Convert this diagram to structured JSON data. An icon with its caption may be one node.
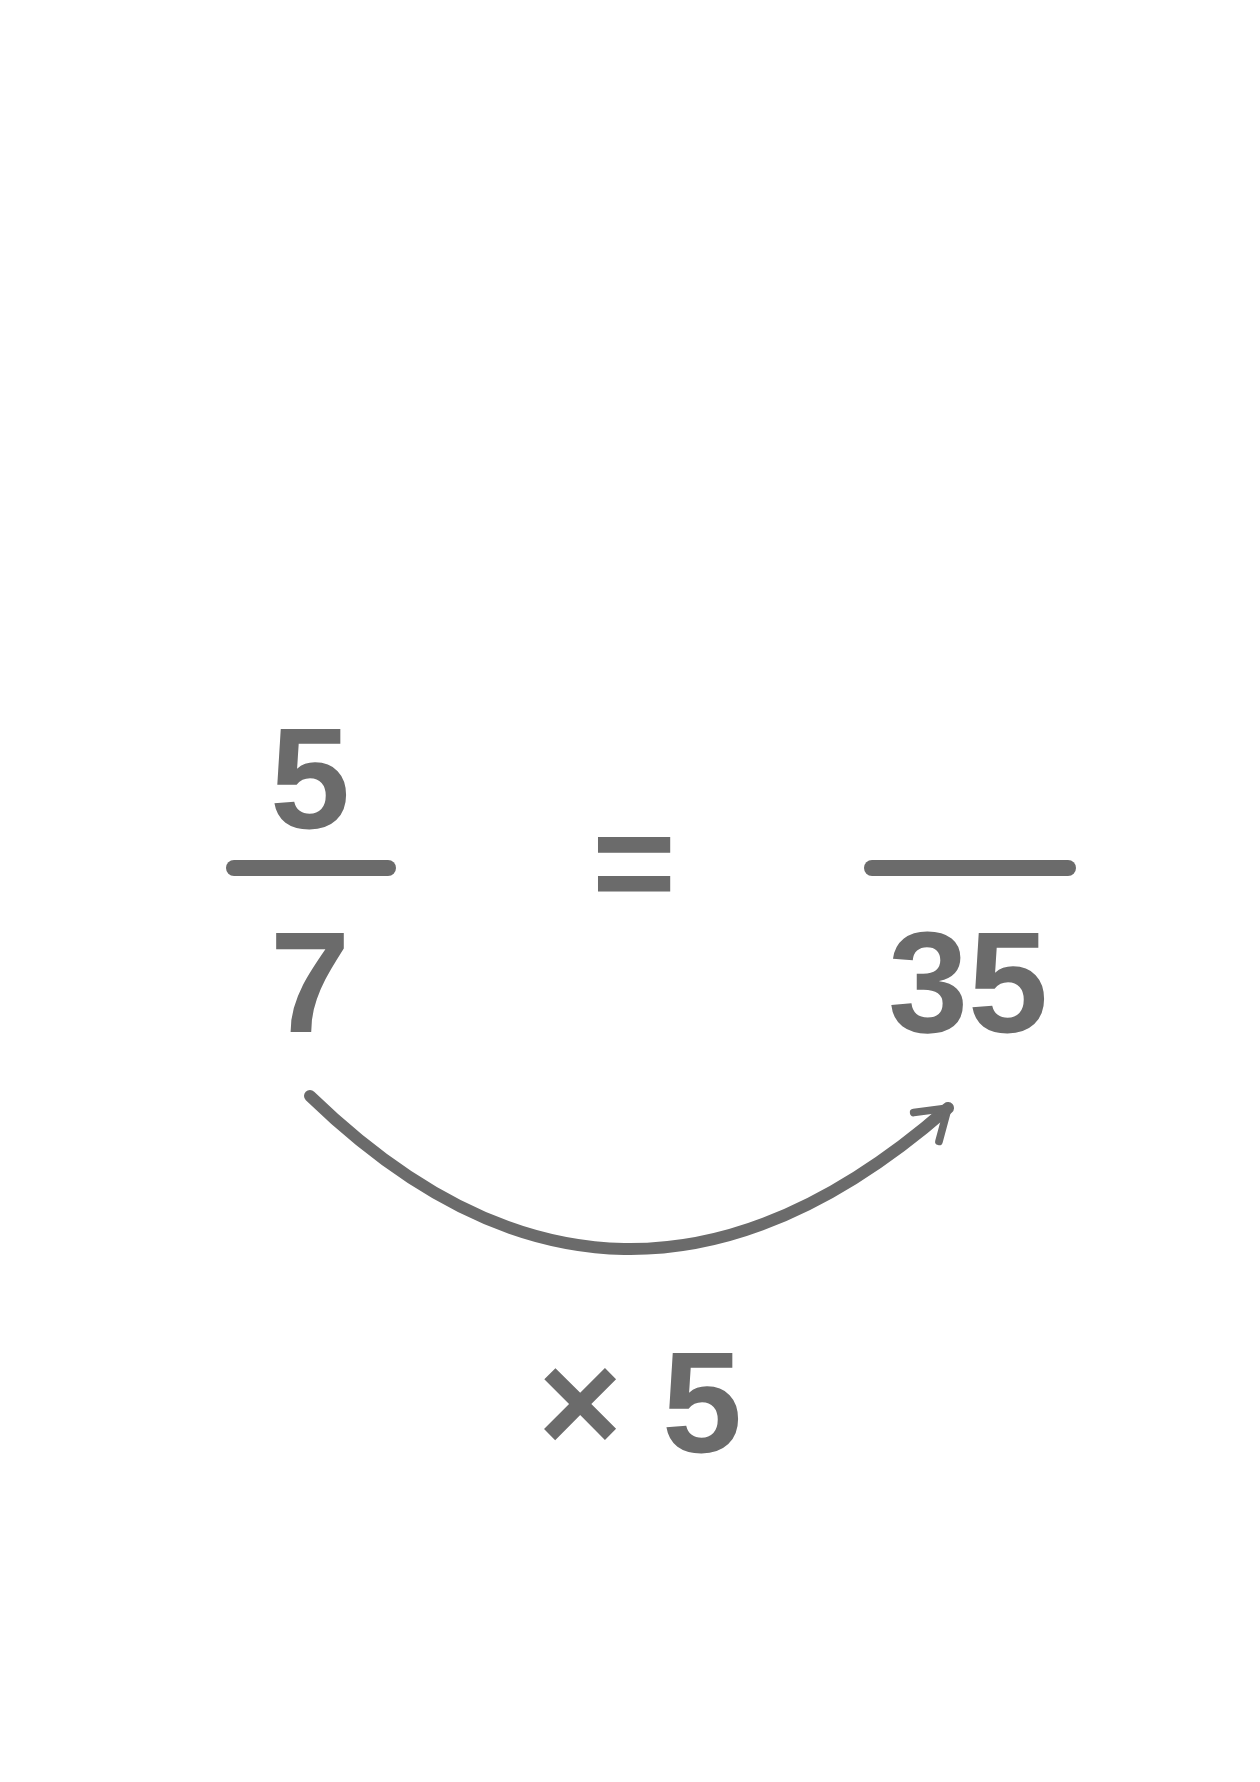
{
  "diagram": {
    "nodes": [
      {
        "text": [
          "7"
        ]
      },
      {
        "text": [
          "35"
        ]
      }
    ],
    "edges": [
      {
        "from": 0,
        "to": 1,
        "arrow": "to",
        "label": "× 5"
      }
    ],
    "labels": [
      "5",
      "="
    ]
  }
}
